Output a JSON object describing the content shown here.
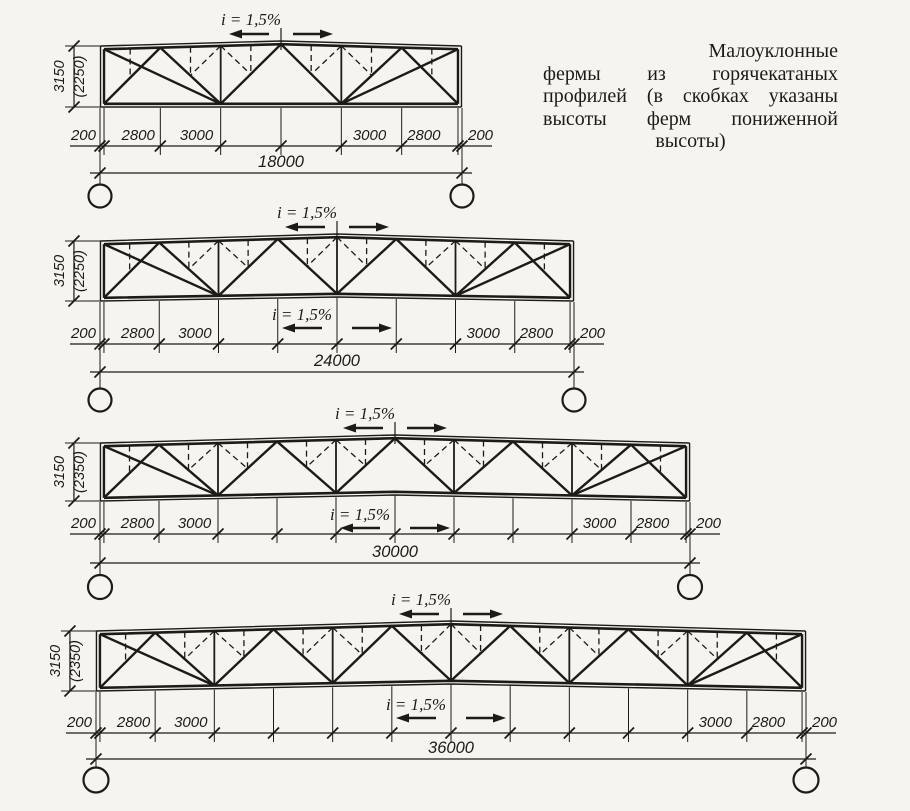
{
  "caption": {
    "lines": [
      "Малоуклонные",
      "фермы из горячекатаных",
      "профилей (в скобках указаны",
      "высоты ферм пониженной",
      "высоты)"
    ]
  },
  "slope_label": "i = 1,5%",
  "trusses": [
    {
      "id": "18000",
      "span_mm": 18000,
      "span_label": "18000",
      "height_label": "3150",
      "reduced_height_label": "(2250)",
      "top_slope_label": "i = 1,5%",
      "bottom_slope_label": null,
      "chain_left": [
        "200",
        "2800",
        "3000"
      ],
      "chain_right": [
        "3000",
        "2800",
        "200"
      ]
    },
    {
      "id": "24000",
      "span_mm": 24000,
      "span_label": "24000",
      "height_label": "3150",
      "reduced_height_label": "(2250)",
      "top_slope_label": "i = 1,5%",
      "bottom_slope_label": "i = 1,5%",
      "chain_left": [
        "200",
        "2800",
        "3000"
      ],
      "chain_right": [
        "3000",
        "2800",
        "200"
      ]
    },
    {
      "id": "30000",
      "span_mm": 30000,
      "span_label": "30000",
      "height_label": "3150",
      "reduced_height_label": "(2350)",
      "top_slope_label": "i = 1,5%",
      "bottom_slope_label": "i = 1,5%",
      "chain_left": [
        "200",
        "2800",
        "3000"
      ],
      "chain_right": [
        "3000",
        "2800",
        "200"
      ]
    },
    {
      "id": "36000",
      "span_mm": 36000,
      "span_label": "36000",
      "height_label": "3150",
      "reduced_height_label": "(2350)",
      "top_slope_label": "i = 1,5%",
      "bottom_slope_label": "i = 1,5%",
      "chain_left": [
        "200",
        "2800",
        "3000"
      ],
      "chain_right": [
        "3000",
        "2800",
        "200"
      ]
    }
  ],
  "colors": {
    "ink": "#1c1b17",
    "paper": "#f5f4ef"
  }
}
